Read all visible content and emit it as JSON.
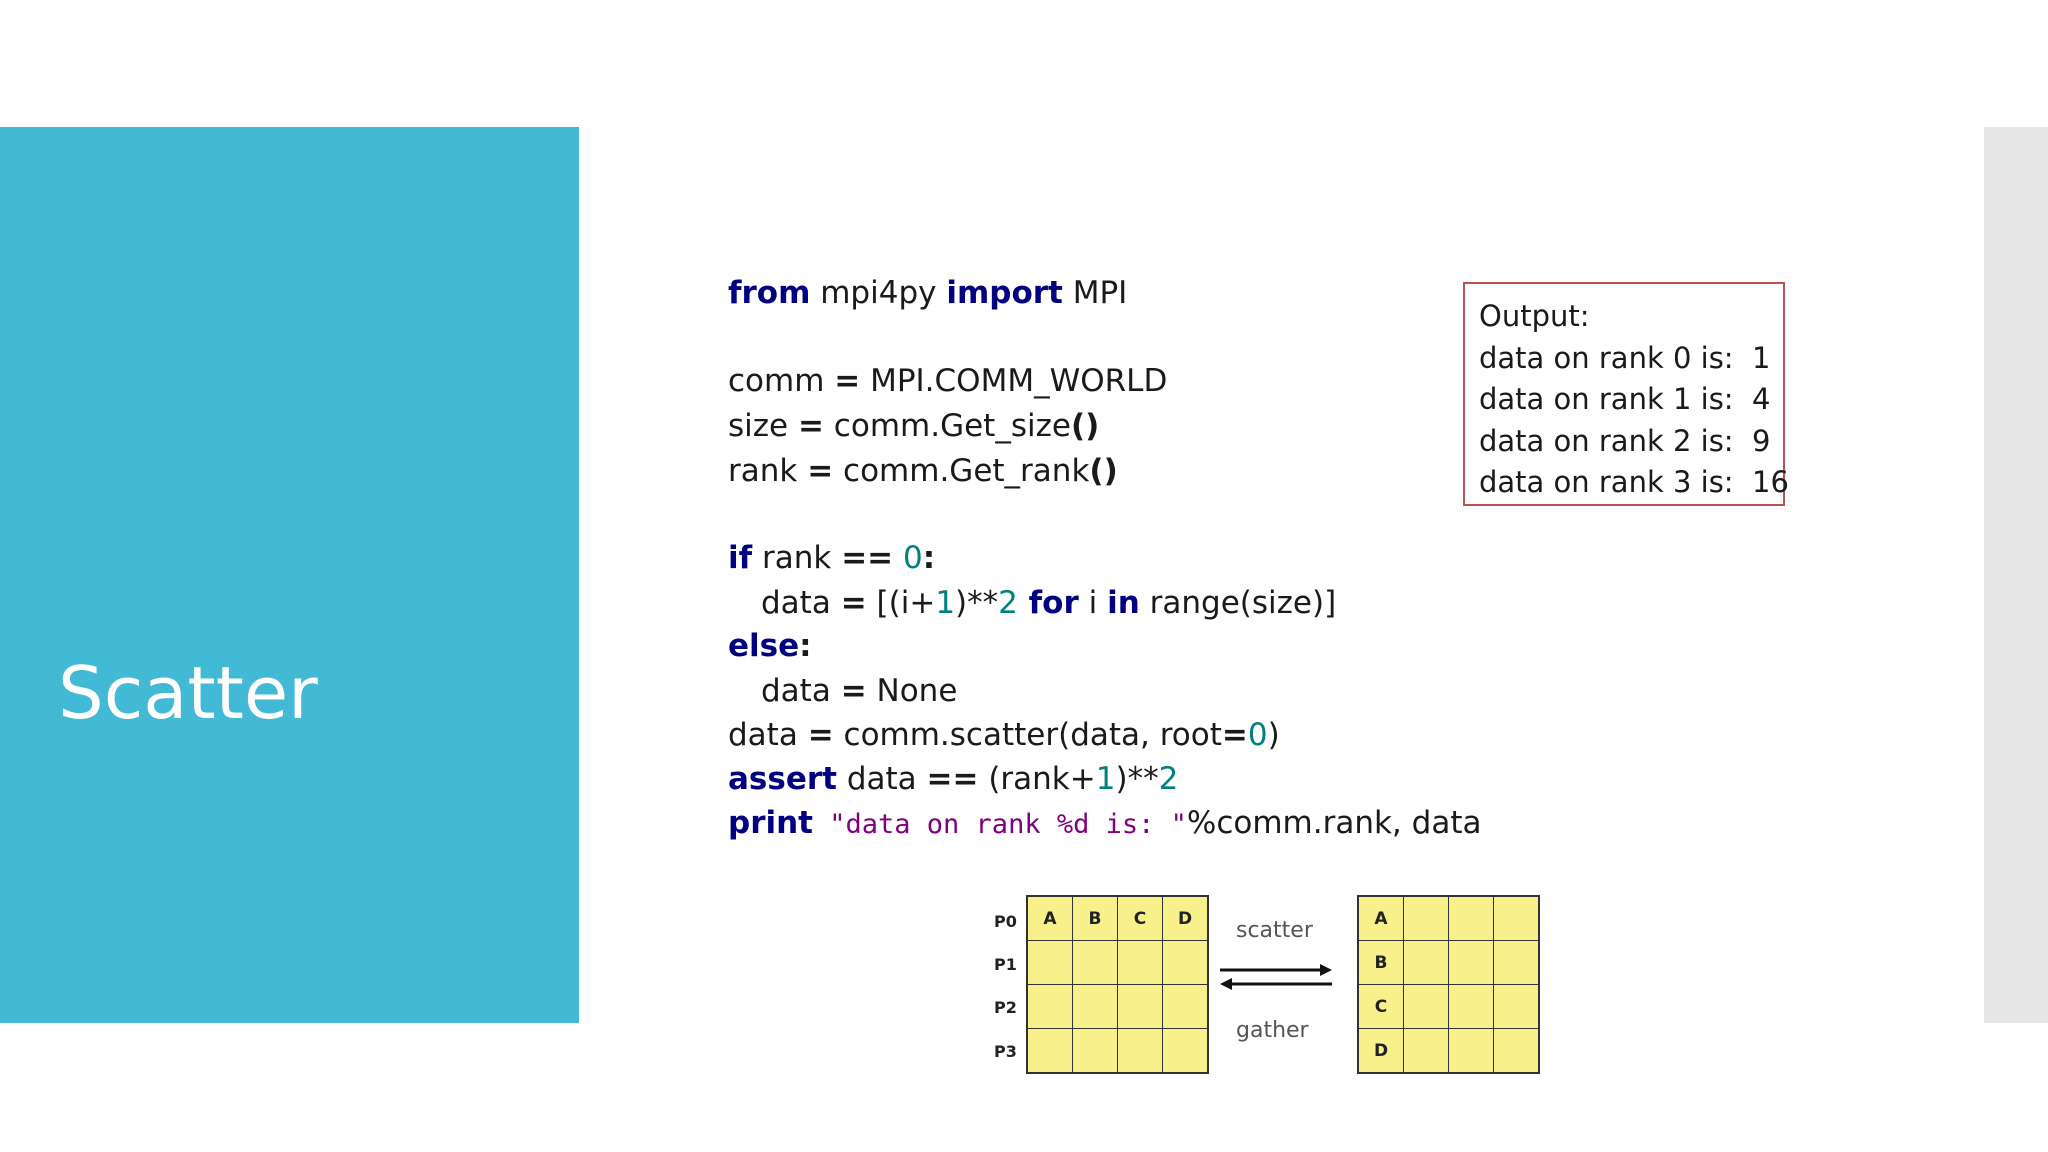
{
  "slide": {
    "title": "Scatter"
  },
  "code": {
    "line1": {
      "kw1": "from",
      "t1": " mpi4py ",
      "kw2": "import",
      "t2": " MPI"
    },
    "line2": {
      "a": "comm ",
      "op": "=",
      "b": " MPI.COMM_WORLD"
    },
    "line3": {
      "a": "size ",
      "op": "=",
      "b": " comm.Get_size",
      "paren": "()"
    },
    "line4": {
      "a": "rank ",
      "op": "=",
      "b": " comm.Get_rank",
      "paren": "()"
    },
    "line5": {
      "kw": "if",
      "a": " rank ",
      "op": "==",
      "num": " 0",
      "colon": ":"
    },
    "line6": {
      "a": "data ",
      "op": "=",
      "b": " [(i+",
      "n1": "1",
      "c": ")**",
      "n2": "2",
      "kw1": " for",
      "d": " i ",
      "kw2": "in",
      "e": " range(size)]"
    },
    "line7": {
      "kw": "else",
      "colon": ":"
    },
    "line8": {
      "a": "data ",
      "op": "=",
      "b": " None"
    },
    "line9": {
      "a": "data ",
      "op": "=",
      "b": " comm.scatter(data, root",
      "op2": "=",
      "num": "0",
      "c": ")"
    },
    "line10": {
      "kw": "assert",
      "a": " data ",
      "op": "==",
      "b": " (rank+",
      "n1": "1",
      "c": ")**",
      "n2": "2"
    },
    "line11": {
      "kw": "print",
      "str": " \"data on rank %d is: \"",
      "a": "%comm.rank, data"
    }
  },
  "output": {
    "heading": "Output:",
    "lines": [
      "data on rank 0 is:  1",
      "data on rank 1 is:  4",
      "data on rank 2 is:  9",
      "data on rank 3 is:  16"
    ]
  },
  "diagram": {
    "ranks": [
      "P0",
      "P1",
      "P2",
      "P3"
    ],
    "left_grid": [
      [
        "A",
        "B",
        "C",
        "D"
      ],
      [
        "",
        "",
        "",
        ""
      ],
      [
        "",
        "",
        "",
        ""
      ],
      [
        "",
        "",
        "",
        ""
      ]
    ],
    "right_grid": [
      [
        "A",
        "",
        "",
        ""
      ],
      [
        "B",
        "",
        "",
        ""
      ],
      [
        "C",
        "",
        "",
        ""
      ],
      [
        "D",
        "",
        "",
        ""
      ]
    ],
    "scatter_label": "scatter",
    "gather_label": "gather",
    "cell_color": "#f8f08a"
  },
  "colors": {
    "sidebar": "#42b9d5",
    "keyword": "#000080",
    "number": "#008080",
    "string": "#800080",
    "output_border": "#c0504d"
  }
}
